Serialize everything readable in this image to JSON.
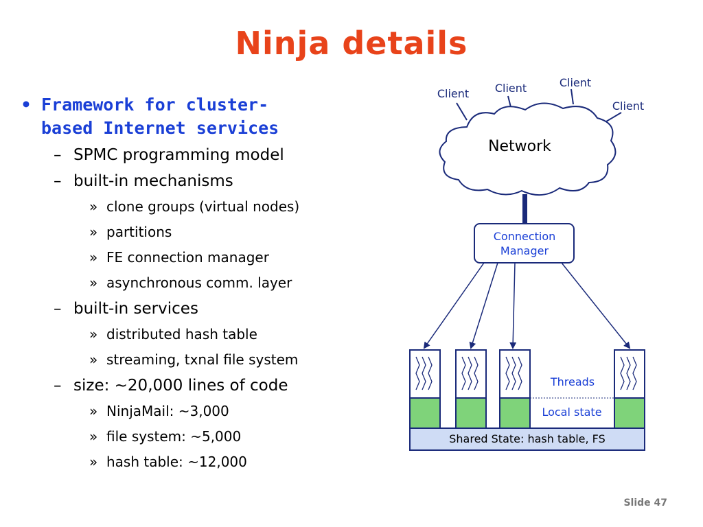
{
  "slide": {
    "title": "Ninja details",
    "footer_label": "Slide",
    "footer_number": "47"
  },
  "bullets": {
    "main": "Framework for cluster-based Internet services",
    "main_line1": "Framework for cluster-",
    "main_line2": "based Internet services",
    "sub": [
      {
        "text": "SPMC programming model",
        "items": []
      },
      {
        "text": "built-in mechanisms",
        "items": [
          "clone groups (virtual nodes)",
          "partitions",
          "FE connection manager",
          "asynchronous comm. layer"
        ]
      },
      {
        "text": "built-in services",
        "items": [
          "distributed hash table",
          "streaming, txnal file system"
        ]
      },
      {
        "text": "size: ~20,000 lines of code",
        "items": [
          "NinjaMail: ~3,000",
          "file system: ~5,000",
          "hash table: ~12,000"
        ]
      }
    ]
  },
  "diagram": {
    "clients": [
      "Client",
      "Client",
      "Client",
      "Client"
    ],
    "network_label": "Network",
    "connection_manager_line1": "Connection",
    "connection_manager_line2": "Manager",
    "threads_label": "Threads",
    "local_state_label": "Local state",
    "shared_state_label": "Shared State: hash table, FS",
    "colors": {
      "node_outline": "#1a2a7a",
      "local_state_fill": "#7fd37a",
      "shared_state_fill": "#cfdcf5",
      "label_blue": "#1a3fd6"
    }
  }
}
